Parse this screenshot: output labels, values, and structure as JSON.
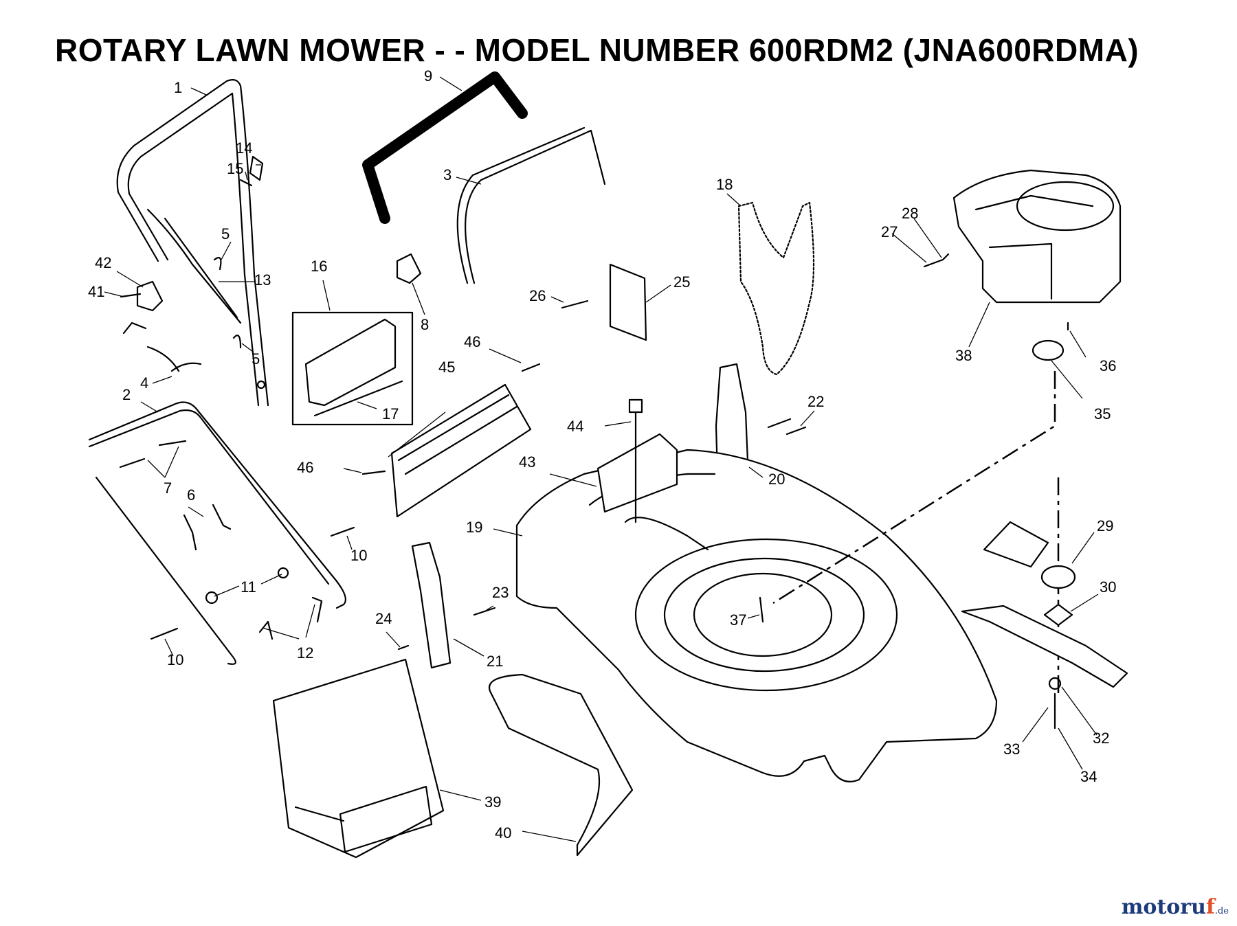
{
  "title": "ROTARY LAWN MOWER - - MODEL NUMBER 600RDM2 (JNA600RDMA)",
  "watermark": {
    "main": "motoru",
    "accent": "f",
    "tld": ".de"
  },
  "colors": {
    "ink": "#000000",
    "paper": "#ffffff",
    "watermark_main": "#1c3b7a",
    "watermark_accent": "#e0502a"
  },
  "callouts": {
    "c1": "1",
    "c2": "2",
    "c3": "3",
    "c4": "4",
    "c5a": "5",
    "c5b": "5",
    "c6": "6",
    "c7": "7",
    "c8": "8",
    "c9": "9",
    "c10a": "10",
    "c10b": "10",
    "c11": "11",
    "c12": "12",
    "c13": "13",
    "c14": "14",
    "c15": "15",
    "c16": "16",
    "c17": "17",
    "c18": "18",
    "c19": "19",
    "c20": "20",
    "c21": "21",
    "c22": "22",
    "c23": "23",
    "c24": "24",
    "c25": "25",
    "c26": "26",
    "c27": "27",
    "c28": "28",
    "c29": "29",
    "c30": "30",
    "c32": "32",
    "c33": "33",
    "c34": "34",
    "c35": "35",
    "c36": "36",
    "c37": "37",
    "c38": "38",
    "c39": "39",
    "c40": "40",
    "c41": "41",
    "c42": "42",
    "c43": "43",
    "c44": "44",
    "c45": "45",
    "c46a": "46",
    "c46b": "46"
  }
}
